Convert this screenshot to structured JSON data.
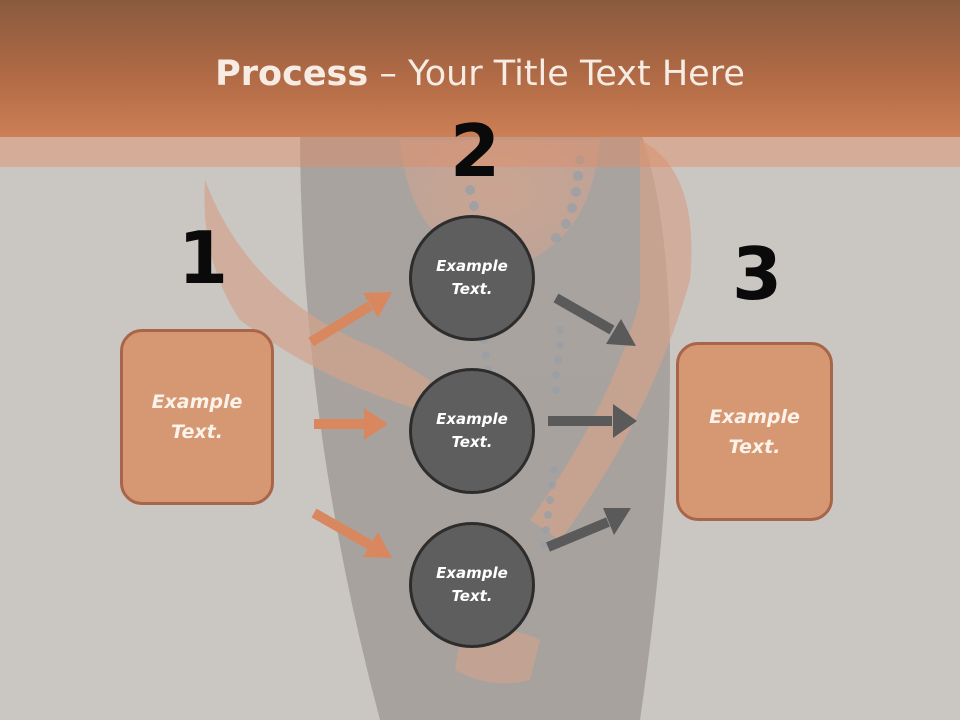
{
  "title": {
    "bold": "Process",
    "rest": " – Your Title Text Here"
  },
  "numbers": {
    "one": "1",
    "two": "2",
    "three": "3"
  },
  "left_box": {
    "text": "Example Text."
  },
  "right_box": {
    "text": "Example Text."
  },
  "circles": [
    {
      "text": "Example Text."
    },
    {
      "text": "Example Text."
    },
    {
      "text": "Example Text."
    }
  ],
  "colors": {
    "accent_orange": "#d69872",
    "header": "#cd7f55",
    "circle_fill": "#5e5e5e",
    "arrow_dark": "#5a5a5a",
    "arrow_orange": "#d9875f"
  }
}
